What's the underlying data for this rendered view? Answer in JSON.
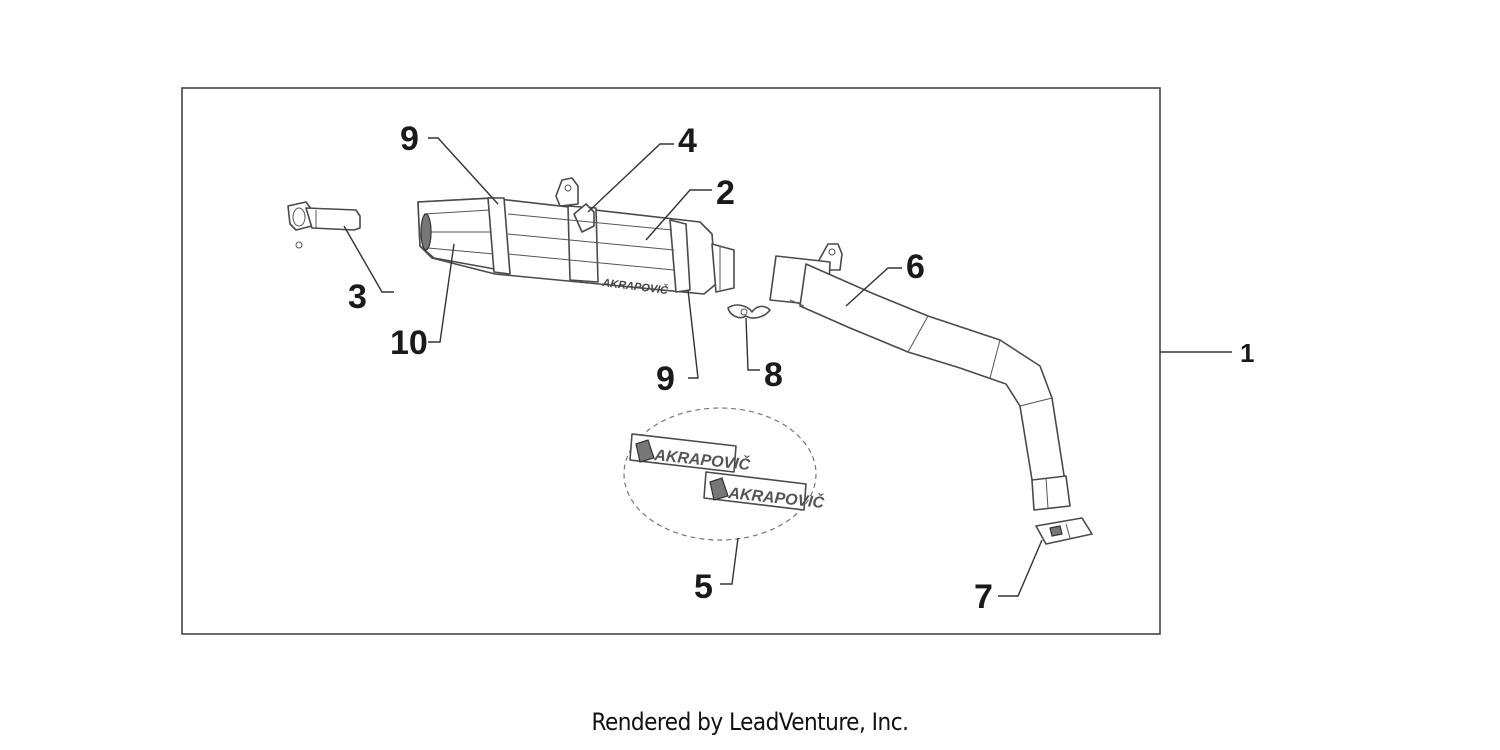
{
  "diagram": {
    "callouts": {
      "c1": "1",
      "c2": "2",
      "c3": "3",
      "c4": "4",
      "c5": "5",
      "c6": "6",
      "c7": "7",
      "c8": "8",
      "c9a": "9",
      "c9b": "9",
      "c10": "10"
    },
    "muffler_logo": "AKRAPOVIČ",
    "decal_logo": "AKRAPOVIČ"
  },
  "footer": {
    "credit": "Rendered by LeadVenture, Inc."
  }
}
